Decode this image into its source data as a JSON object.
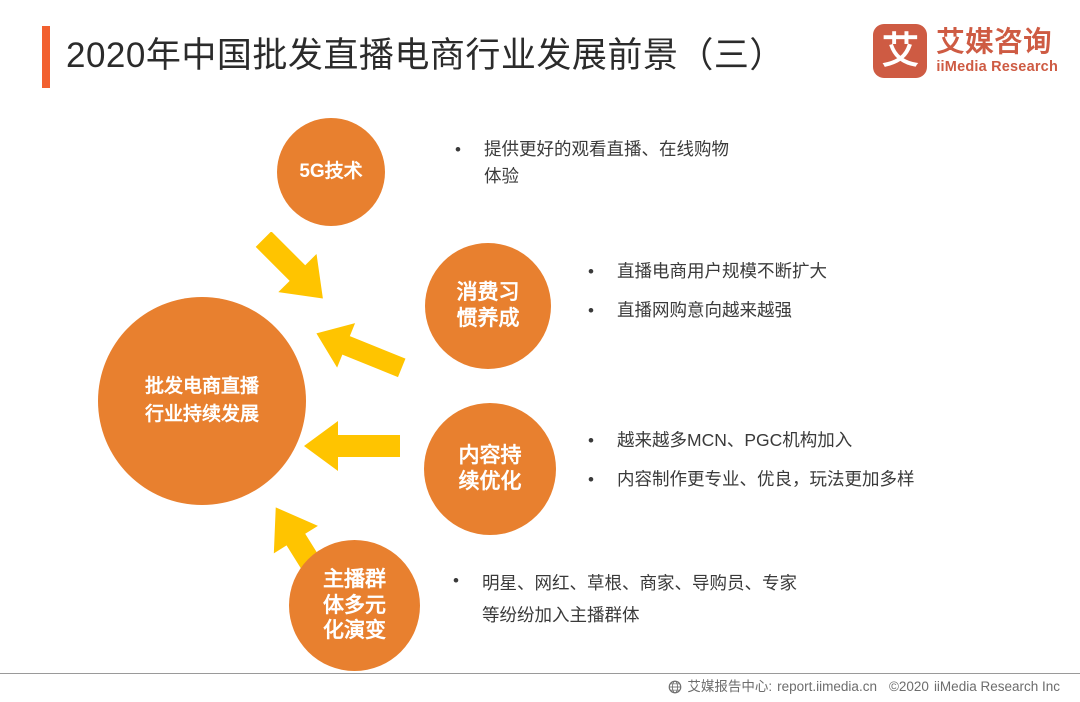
{
  "header": {
    "title": "2020年中国批发直播电商行业发展前景（三）",
    "accent_color": "#F2602F"
  },
  "logo": {
    "mark_glyph": "艾",
    "name_cn": "艾媒咨询",
    "name_en": "iiMedia Research",
    "color": "#CE5B43"
  },
  "theme": {
    "circle_color": "#E8802F",
    "arrow_color": "#FFC400",
    "text_color": "#3a3a3a"
  },
  "diagram": {
    "hub": {
      "label": "批发电商直播\n行业持续发展"
    },
    "nodes": [
      {
        "id": "5g",
        "label": "5G技术",
        "bullets": [
          "提供更好的观看直播、在线购物\n体验"
        ]
      },
      {
        "id": "habit",
        "label": "消费习\n惯养成",
        "bullets": [
          "直播电商用户规模不断扩大",
          "直播网购意向越来越强"
        ]
      },
      {
        "id": "content",
        "label": "内容持\n续优化",
        "bullets": [
          "越来越多MCN、PGC机构加入",
          "内容制作更专业、优良，玩法更加多样"
        ]
      },
      {
        "id": "anchor",
        "label": "主播群\n体多元\n化演变",
        "bullets": [
          "明星、网红、草根、商家、导购员、专家\n等纷纷加入主播群体"
        ]
      }
    ],
    "bullet_marker": "•",
    "arrows": [
      {
        "id": "arrow-from-5g",
        "direction": "down-left"
      },
      {
        "id": "arrow-from-habit",
        "direction": "left-down"
      },
      {
        "id": "arrow-from-content",
        "direction": "left"
      },
      {
        "id": "arrow-from-anchor",
        "direction": "up-left"
      }
    ]
  },
  "footer": {
    "report_center": "艾媒报告中心:",
    "url": "report.iimedia.cn",
    "copyright": "©2020",
    "company": "iiMedia Research Inc"
  }
}
